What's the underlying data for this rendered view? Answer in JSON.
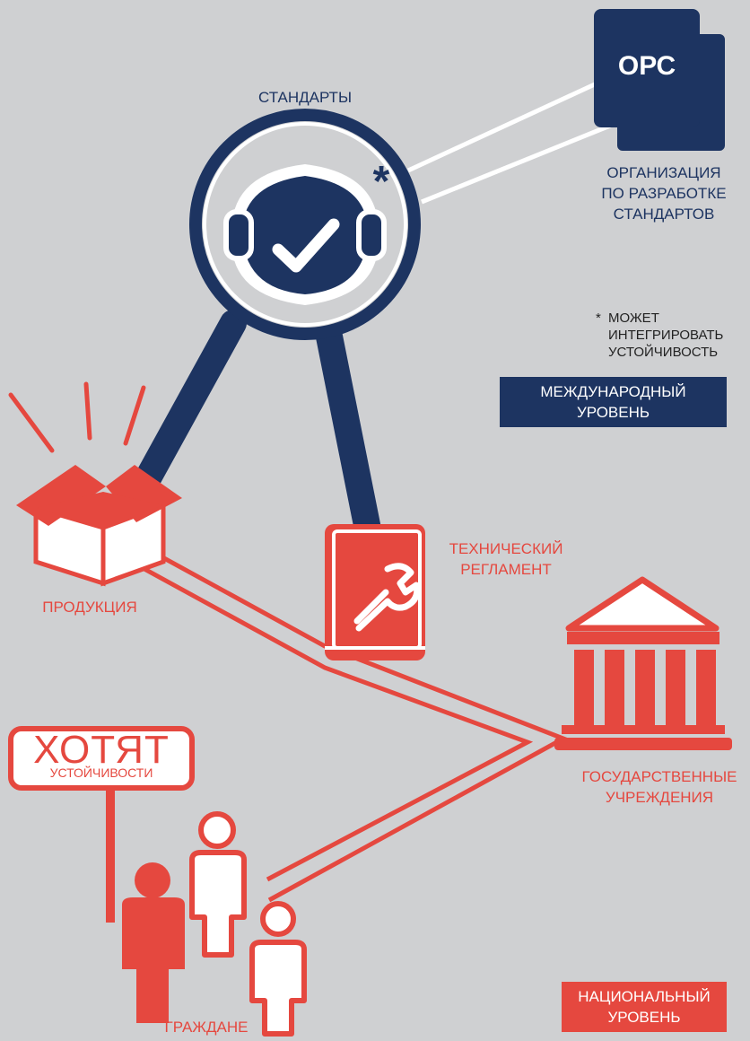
{
  "colors": {
    "background": "#cfd0d2",
    "navy": "#1d3461",
    "red": "#e5483f",
    "white": "#ffffff"
  },
  "icons": [
    "standard-shield-check-icon",
    "asterisk-icon",
    "document-stack-icon",
    "product-box-icon",
    "regulation-book-wrench-icon",
    "government-building-icon",
    "protest-sign-icon",
    "person-icon"
  ],
  "international": {
    "standards_label": "СТАНДАРТЫ",
    "asterisk": "*",
    "sdo_acronym": "ОРС",
    "sdo_caption": [
      "ОРГАНИЗАЦИЯ",
      "ПО РАЗРАБОТКЕ",
      "СТАНДАРТОВ"
    ],
    "footnote_star": "*",
    "footnote": [
      "МОЖЕТ",
      "ИНТЕГРИРОВАТЬ",
      "УСТОЙЧИВОСТЬ"
    ],
    "level_badge": [
      "МЕЖДУНАРОДНЫЙ",
      "УРОВЕНЬ"
    ]
  },
  "national": {
    "products_label": "ПРОДУКЦИЯ",
    "regulation_label": [
      "ТЕХНИЧЕСКИЙ",
      "РЕГЛАМЕНТ"
    ],
    "government_label": [
      "ГОСУДАРСТВЕННЫЕ",
      "УЧРЕЖДЕНИЯ"
    ],
    "sign_big": "ХОТЯТ",
    "sign_small": "УСТОЙЧИВОСТИ",
    "citizens_label": "ГРАЖДАНЕ",
    "level_badge": [
      "НАЦИОНАЛЬНЫЙ",
      "УРОВЕНЬ"
    ]
  }
}
